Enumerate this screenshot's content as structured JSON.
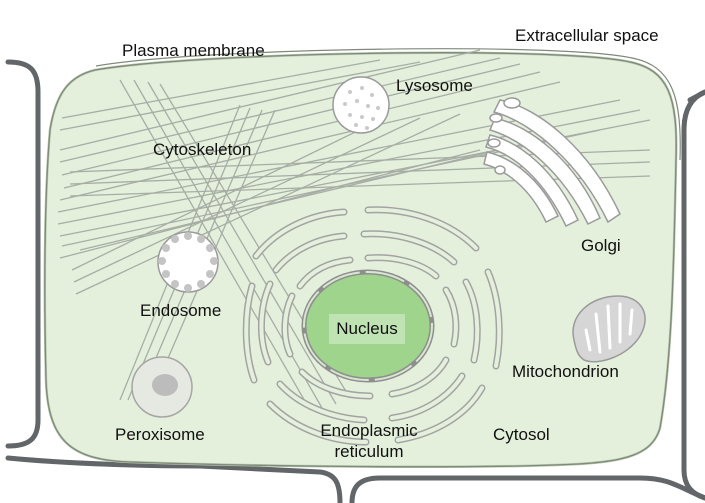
{
  "labels": {
    "plasma_membrane": "Plasma membrane",
    "extracellular_space": "Extracellular space",
    "lysosome": "Lysosome",
    "cytoskeleton": "Cytoskeleton",
    "golgi": "Golgi",
    "endosome": "Endosome",
    "nucleus": "Nucleus",
    "mitochondrion": "Mitochondrion",
    "peroxisome": "Peroxisome",
    "er_line1": "Endoplasmic",
    "er_line2": "reticulum",
    "cytosol": "Cytosol"
  },
  "colors": {
    "cytosol_fill": "#e4f0dc",
    "membrane": "#8a8a8a",
    "nucleus_fill": "#9fd48c",
    "nucleus_rim": "#8e8e8e",
    "neighbor_wall": "#5f6366"
  }
}
